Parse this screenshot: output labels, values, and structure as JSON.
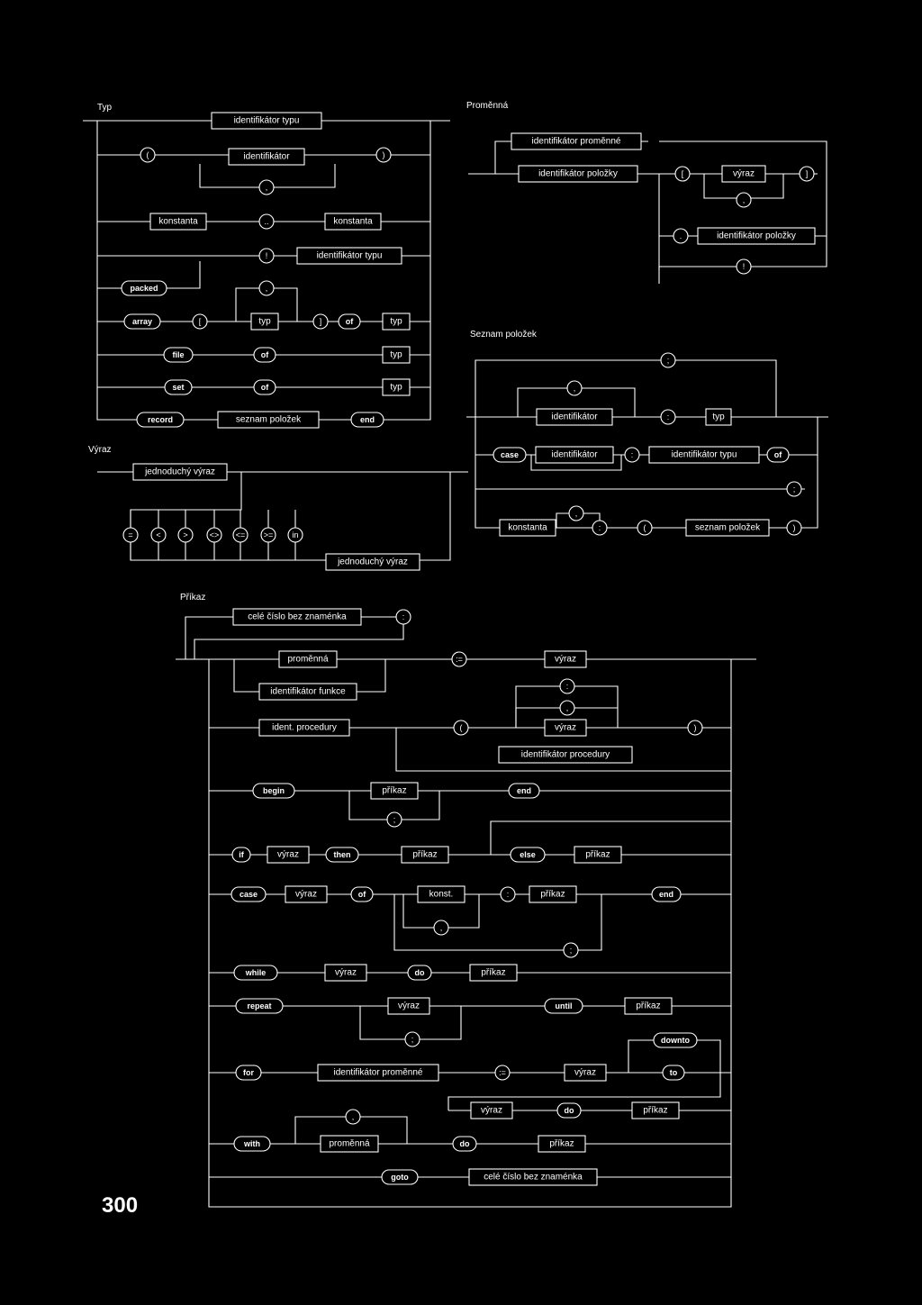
{
  "page_number": "300",
  "sections": {
    "typ": "Typ",
    "promenna": "Proměnná",
    "seznam_polozek": "Seznam položek",
    "vyraz": "Výraz",
    "prikaz": "Příkaz"
  },
  "typ": {
    "boxes": [
      "identifikátor typu",
      "identifikátor",
      "konstanta",
      "konstanta",
      "identifikátor typu",
      "typ",
      "typ",
      "typ",
      "typ",
      "seznam položek"
    ],
    "symbols": [
      "(",
      ")",
      ",",
      "..",
      "!",
      "[",
      ",",
      "]"
    ],
    "keywords": [
      "packed",
      "array",
      "of",
      "file",
      "of",
      "set",
      "of",
      "record",
      "end"
    ]
  },
  "promenna": {
    "boxes": [
      "identifikátor proměnné",
      "identifikátor položky",
      "výraz",
      "identifikátor položky"
    ],
    "symbols": [
      "[",
      "]",
      ",",
      ".",
      "!"
    ]
  },
  "seznam": {
    "boxes": [
      "identifikátor",
      "typ",
      "identifikátor",
      "identifikátor typu",
      "konstanta",
      "seznam položek"
    ],
    "symbols": [
      ";",
      ",",
      ":",
      ":",
      ";",
      ",",
      ":",
      "(",
      ")"
    ],
    "keywords": [
      "case",
      "of"
    ]
  },
  "vyraz": {
    "boxes": [
      "jednoduchý výraz",
      "jednoduchý výraz"
    ],
    "operators": [
      "=",
      "<",
      ">",
      "<>",
      "<=",
      ">=",
      "in"
    ]
  },
  "prikaz": {
    "boxes": [
      "celé číslo bez znaménka",
      "proměnná",
      "identifikátor funkce",
      "výraz",
      "ident. procedury",
      "výraz",
      "identifikátor procedury",
      "příkaz",
      "výraz",
      "příkaz",
      "příkaz",
      "výraz",
      "konst.",
      "příkaz",
      "výraz",
      "příkaz",
      "výraz",
      "příkaz",
      "identifikátor proměnné",
      "výraz",
      "výraz",
      "příkaz",
      "proměnná",
      "příkaz",
      "celé číslo bez znaménka"
    ],
    "symbols": [
      ":",
      ":=",
      ":",
      ",",
      "(",
      ")",
      ";",
      ",",
      ":",
      ";",
      ";",
      ":=",
      ","
    ],
    "keywords": [
      "begin",
      "end",
      "if",
      "then",
      "else",
      "case",
      "of",
      "end",
      "while",
      "do",
      "repeat",
      "until",
      "for",
      "downto",
      "to",
      "do",
      "with",
      "do",
      "goto"
    ]
  }
}
